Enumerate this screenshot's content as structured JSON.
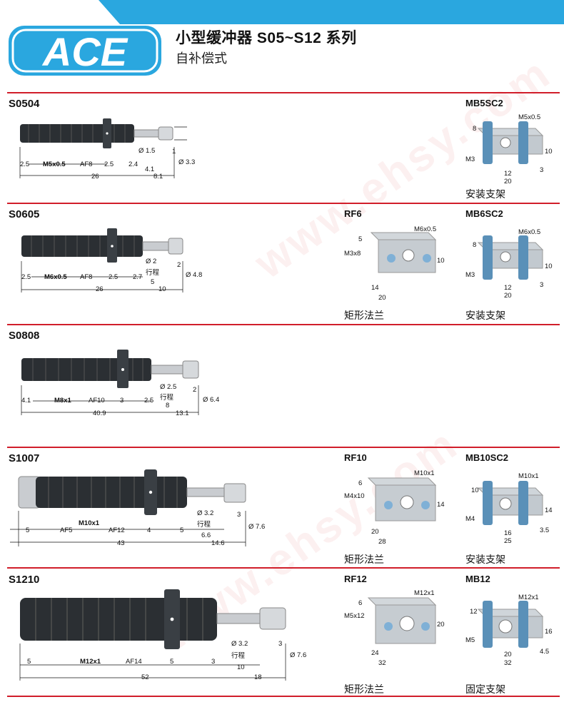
{
  "header": {
    "logo_text": "ACE",
    "title": "小型缓冲器 S05~S12 系列",
    "subtitle": "自补偿式"
  },
  "watermark": "www.ehsy.com",
  "brand_colors": {
    "accent": "#2aa7df",
    "rule": "#d11e2a",
    "body": "#2b2f33",
    "steel": "#c9ccd0",
    "bracket": "#5a90b8"
  },
  "sections": [
    {
      "model": "S0504",
      "thread": "M5x0.5",
      "af": "AF8",
      "dims": [
        "2.5",
        "2.5",
        "2.4",
        "4.1",
        "26",
        "8.1",
        "Ø 1.5",
        "1",
        "Ø 3.3"
      ],
      "mount": {
        "name": "MB5SC2",
        "caption": "安装支架",
        "labels": [
          "M5x0.5",
          "8",
          "M3",
          "10",
          "12",
          "20",
          "3"
        ]
      }
    },
    {
      "model": "S0605",
      "thread": "M6x0.5",
      "af": "AF8",
      "dims": [
        "2.5",
        "2.5",
        "2.7",
        "5",
        "26",
        "10",
        "Ø 2",
        "2",
        "Ø 4.8"
      ],
      "stroke": "行程",
      "flange": {
        "name": "RF6",
        "caption": "矩形法兰",
        "labels": [
          "M6x0.5",
          "5",
          "M3x8",
          "10",
          "14",
          "20"
        ]
      },
      "mount": {
        "name": "MB6SC2",
        "caption": "安装支架",
        "labels": [
          "M6x0.5",
          "8",
          "M3",
          "10",
          "12",
          "20",
          "3"
        ]
      }
    },
    {
      "model": "S0808",
      "thread": "M8x1",
      "af": "AF10",
      "dims": [
        "4.1",
        "3",
        "2.5",
        "8",
        "40.9",
        "13.1",
        "Ø 2.5",
        "2",
        "Ø 6.4"
      ],
      "stroke": "行程"
    },
    {
      "model": "S1007",
      "thread": "M10x1",
      "af": "AF12",
      "af2": "AF5",
      "dims": [
        "5",
        "4",
        "5",
        "6.6",
        "43",
        "14.6",
        "Ø 3.2",
        "3",
        "Ø 7.6"
      ],
      "stroke": "行程",
      "flange": {
        "name": "RF10",
        "caption": "矩形法兰",
        "labels": [
          "M10x1",
          "6",
          "M4x10",
          "14",
          "20",
          "28"
        ]
      },
      "mount": {
        "name": "MB10SC2",
        "caption": "安装支架",
        "labels": [
          "M10x1",
          "10",
          "M4",
          "14",
          "16",
          "25",
          "3.5"
        ]
      }
    },
    {
      "model": "S1210",
      "thread": "M12x1",
      "af": "AF14",
      "dims": [
        "5",
        "5",
        "3",
        "10",
        "52",
        "18",
        "Ø 3.2",
        "3",
        "Ø 7.6"
      ],
      "stroke": "行程",
      "flange": {
        "name": "RF12",
        "caption": "矩形法兰",
        "labels": [
          "M12x1",
          "6",
          "M5x12",
          "20",
          "24",
          "32"
        ]
      },
      "mount": {
        "name": "MB12",
        "caption": "固定支架",
        "labels": [
          "M12x1",
          "12",
          "M5",
          "16",
          "20",
          "32",
          "4.5"
        ]
      }
    }
  ]
}
